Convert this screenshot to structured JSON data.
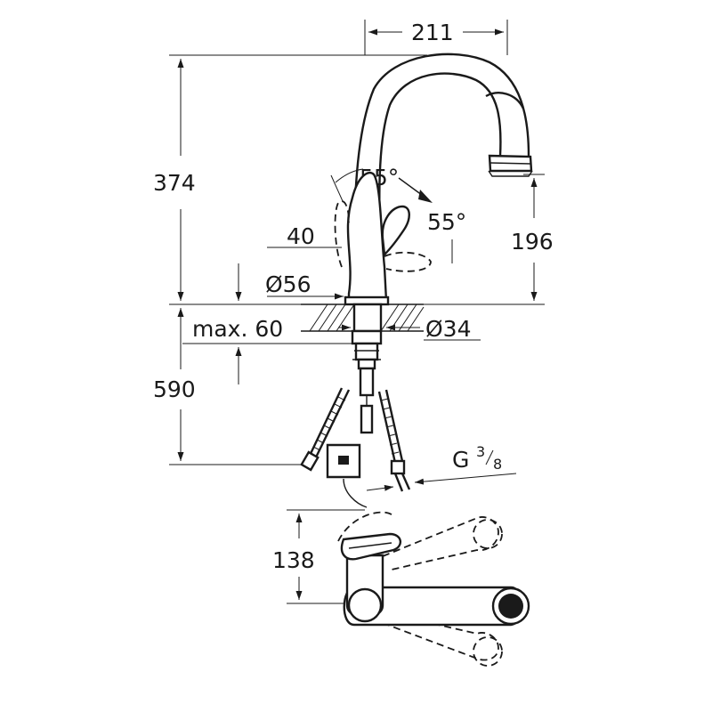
{
  "dimensions": {
    "width_211": "211",
    "height_374": "374",
    "angle_top": "55°",
    "angle_side": "55°",
    "lever_40": "40",
    "height_196": "196",
    "diameter_56": "Ø56",
    "max_60": "max. 60",
    "diameter_34": "Ø34",
    "depth_590": "590",
    "thread_g": "G",
    "thread_num": "3",
    "thread_den": "8",
    "reach_138": "138"
  }
}
